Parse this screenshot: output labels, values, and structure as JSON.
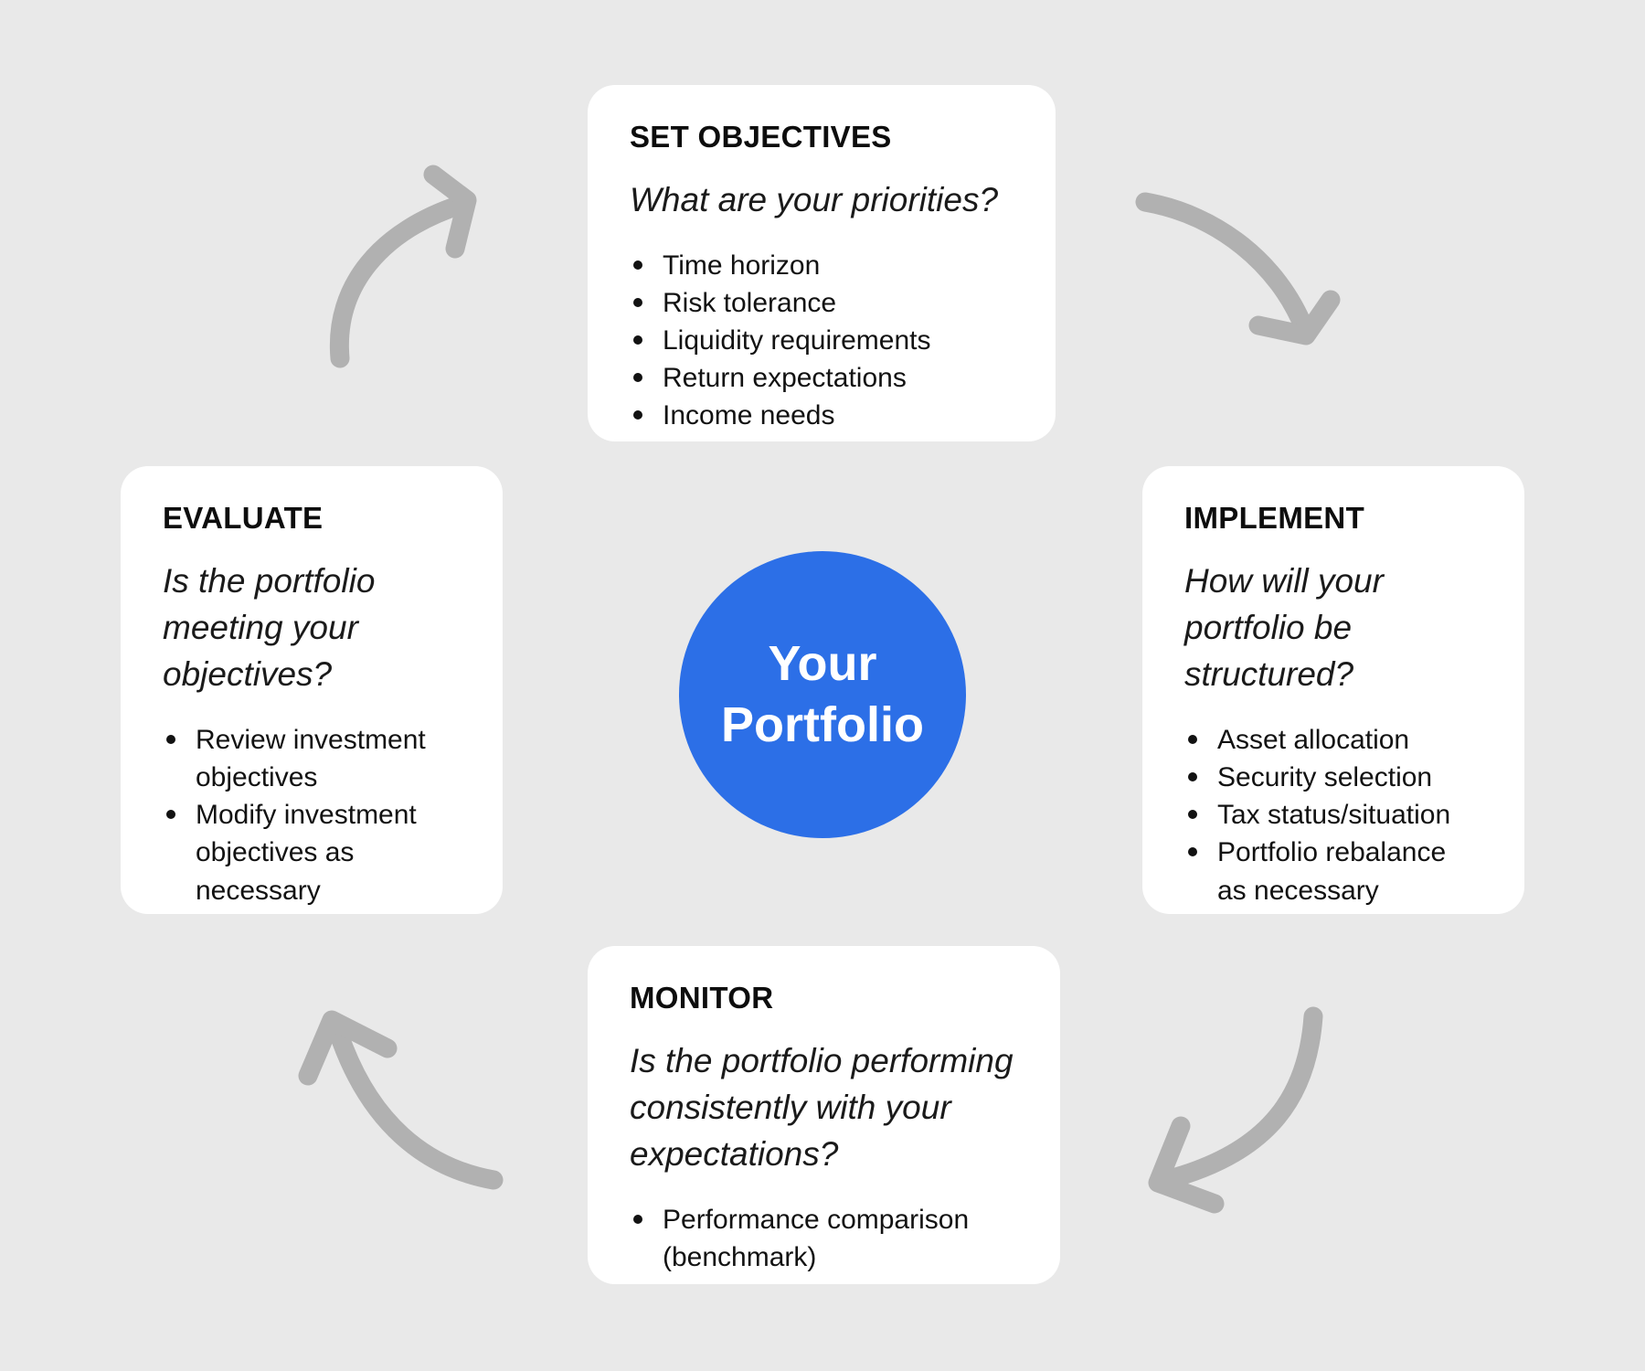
{
  "palette": {
    "background": "#e9e9e9",
    "card_background": "#ffffff",
    "arrow_color": "#b1b1b1",
    "circle_blue": "#2c6fe7",
    "text_color": "#121212"
  },
  "center": {
    "label": "Your Portfolio"
  },
  "boxes": [
    {
      "id": "set-objectives",
      "title": "SET OBJECTIVES",
      "question": "What are your priorities?",
      "bullets": [
        "Time horizon",
        "Risk tolerance",
        "Liquidity requirements",
        "Return expectations",
        "Income needs"
      ]
    },
    {
      "id": "implement",
      "title": "IMPLEMENT",
      "question": "How will your portfolio be structured?",
      "bullets": [
        "Asset allocation",
        "Security selection",
        "Tax status/situation",
        "Portfolio rebalance as necessary"
      ]
    },
    {
      "id": "monitor",
      "title": "MONITOR",
      "question": "Is the portfolio performing consistently with your expectations?",
      "bullets": [
        "Performance comparison (benchmark)"
      ]
    },
    {
      "id": "evaluate",
      "title": "EVALUATE",
      "question": "Is the portfolio meeting your objectives?",
      "bullets": [
        "Review investment objectives",
        "Modify investment objectives as necessary"
      ]
    }
  ]
}
